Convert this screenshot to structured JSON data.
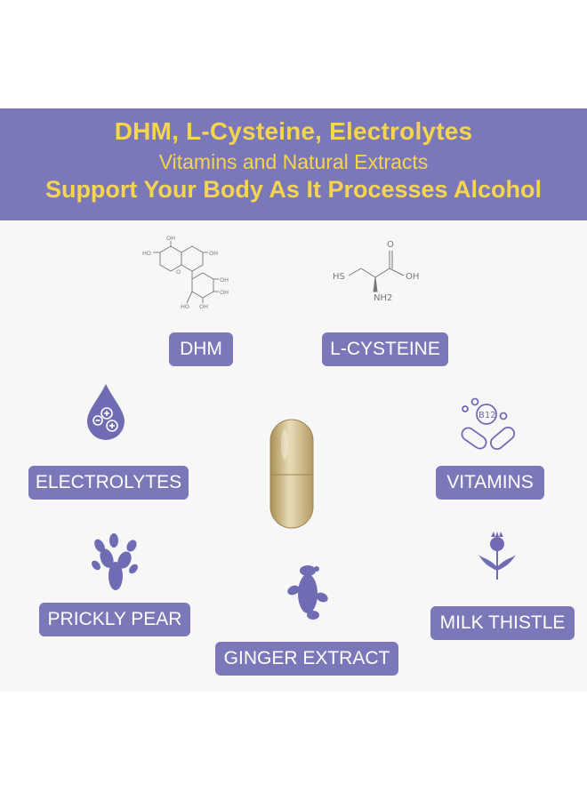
{
  "banner": {
    "line1": "DHM, L-Cysteine, Electrolytes",
    "line2": "Vitamins and Natural Extracts",
    "line3": "Support Your Body As It Processes Alcohol"
  },
  "ingredients": {
    "dhm": "DHM",
    "l_cysteine": "L-CYSTEINE",
    "electrolytes": "ELECTROLYTES",
    "vitamins": "VITAMINS",
    "prickly_pear": "PRICKLY PEAR",
    "ginger": "GINGER EXTRACT",
    "milk_thistle": "MILK THISTLE"
  },
  "molecule_labels": {
    "dhm_oh_top": "OH",
    "dhm_oh_right": "OH",
    "dhm_ho_left": "HO",
    "dhm_oh_r1": "OH",
    "dhm_oh_r2": "OH",
    "dhm_ho_bottom": "HO",
    "dhm_o": "O",
    "dhm_oh_bottom": "OH",
    "cys_hs": "HS",
    "cys_oh": "OH",
    "cys_o": "O",
    "cys_nh2": "NH2"
  },
  "vitamin_text": "B12",
  "colors": {
    "brand_purple": "#7b78b9",
    "banner_yellow": "#f6d54e",
    "label_text": "#ffffff",
    "icon_purple": "#6f6cb3"
  },
  "icons": [
    "molecule-dhm-icon",
    "molecule-cysteine-icon",
    "electrolyte-drop-icon",
    "vitamin-pills-icon",
    "cactus-icon",
    "ginger-icon",
    "thistle-icon",
    "capsule-image"
  ]
}
